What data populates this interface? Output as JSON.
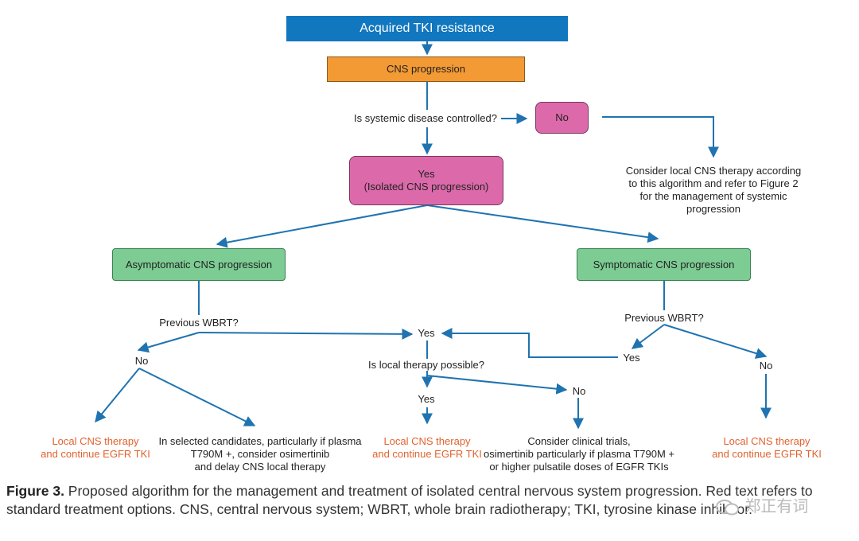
{
  "nodes": {
    "title": "Acquired TKI resistance",
    "cns_progression": "CNS progression",
    "q_systemic": "Is systemic disease controlled?",
    "no_top": "No",
    "consider_local": [
      "Consider local CNS therapy according",
      "to this algorithm and refer to Figure 2",
      "for the management of systemic",
      "progression"
    ],
    "yes_isolated": [
      "Yes",
      "(Isolated CNS progression)"
    ],
    "asymptomatic": "Asymptomatic CNS progression",
    "symptomatic": "Symptomatic CNS progression",
    "prev_wbrt_left": "Previous WBRT?",
    "prev_wbrt_right": "Previous WBRT?",
    "no_left": "No",
    "yes_center": "Yes",
    "q_local": "Is local therapy possible?",
    "yes_right": "Yes",
    "no_right": "No",
    "yes_center_2": "Yes",
    "no_center": "No",
    "leaf_left": [
      "Local CNS therapy",
      "and continue EGFR TKI"
    ],
    "leaf_selected": [
      "In selected candidates, particularly if plasma",
      "T790M +, consider osimertinib",
      "and delay CNS local therapy"
    ],
    "leaf_center": [
      "Local CNS therapy",
      "and continue EGFR TKI"
    ],
    "leaf_trials": [
      "Consider clinical trials,",
      "osimertinib particularly if plasma T790M +",
      "or higher pulsatile doses of EGFR TKIs"
    ],
    "leaf_right": [
      "Local CNS therapy",
      "and continue EGFR TKI"
    ]
  },
  "caption": {
    "label": "Figure 3.",
    "text": " Proposed algorithm for the management and treatment of isolated central nervous system progression. Red text refers to standard treatment options. CNS, central nervous system; WBRT, whole brain radiotherapy; TKI, tyrosine kinase inhibitor."
  },
  "watermark": "郑正有词",
  "colors": {
    "blue": "#1177bf",
    "orange": "#f39a34",
    "pink": "#dc6aab",
    "green": "#7ccc93",
    "red_text": "#e2622e",
    "arrow": "#1f73b0"
  }
}
